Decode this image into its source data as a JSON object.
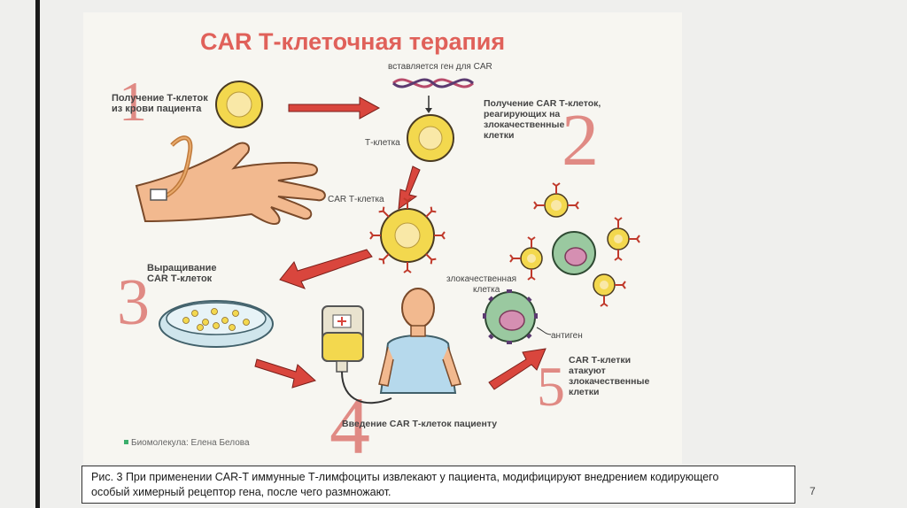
{
  "figure": {
    "title": "CAR Т-клеточная терапия",
    "gene_label": "вставляется ген для CAR",
    "step1": {
      "number": "1",
      "line1": "Получение Т-клеток",
      "line2": "из крови пациента"
    },
    "step2": {
      "number": "2",
      "line1": "Получение CAR Т-клеток,",
      "line2": "реагирующих на",
      "line3": "злокачественные",
      "line4": "клетки"
    },
    "step3": {
      "number": "3",
      "line1": "Выращивание",
      "line2": "CAR Т-клеток"
    },
    "step4": {
      "number": "4",
      "line1": "Введение CAR Т-клеток пациенту"
    },
    "step5": {
      "number": "5",
      "line1": "CAR Т-клетки",
      "line2": "атакуют",
      "line3": "злокачественные",
      "line4": "клетки"
    },
    "t_cell_label": "Т-клетка",
    "car_t_cell_label": "CAR Т-клетка",
    "malignant_cell_line1": "злокачественная",
    "malignant_cell_line2": "клетка",
    "antigen_label": "антиген",
    "credit": "Биомолекула: Елена Белова"
  },
  "caption": {
    "line1": "Рис. 3 При применении CAR-T иммунные Т-лимфоциты извлекают у пациента, модифицируют внедрением кодирующего",
    "line2": "особый химерный рецептор гена, после чего размножают."
  },
  "page_number": "7",
  "colors": {
    "title": "#e0615a",
    "numbers": "#e08a84",
    "arrow": "#d9463d",
    "cell_yellow": "#f3d84e",
    "cell_green": "#9ac9a0",
    "nucleus_pink": "#d58fb2"
  }
}
